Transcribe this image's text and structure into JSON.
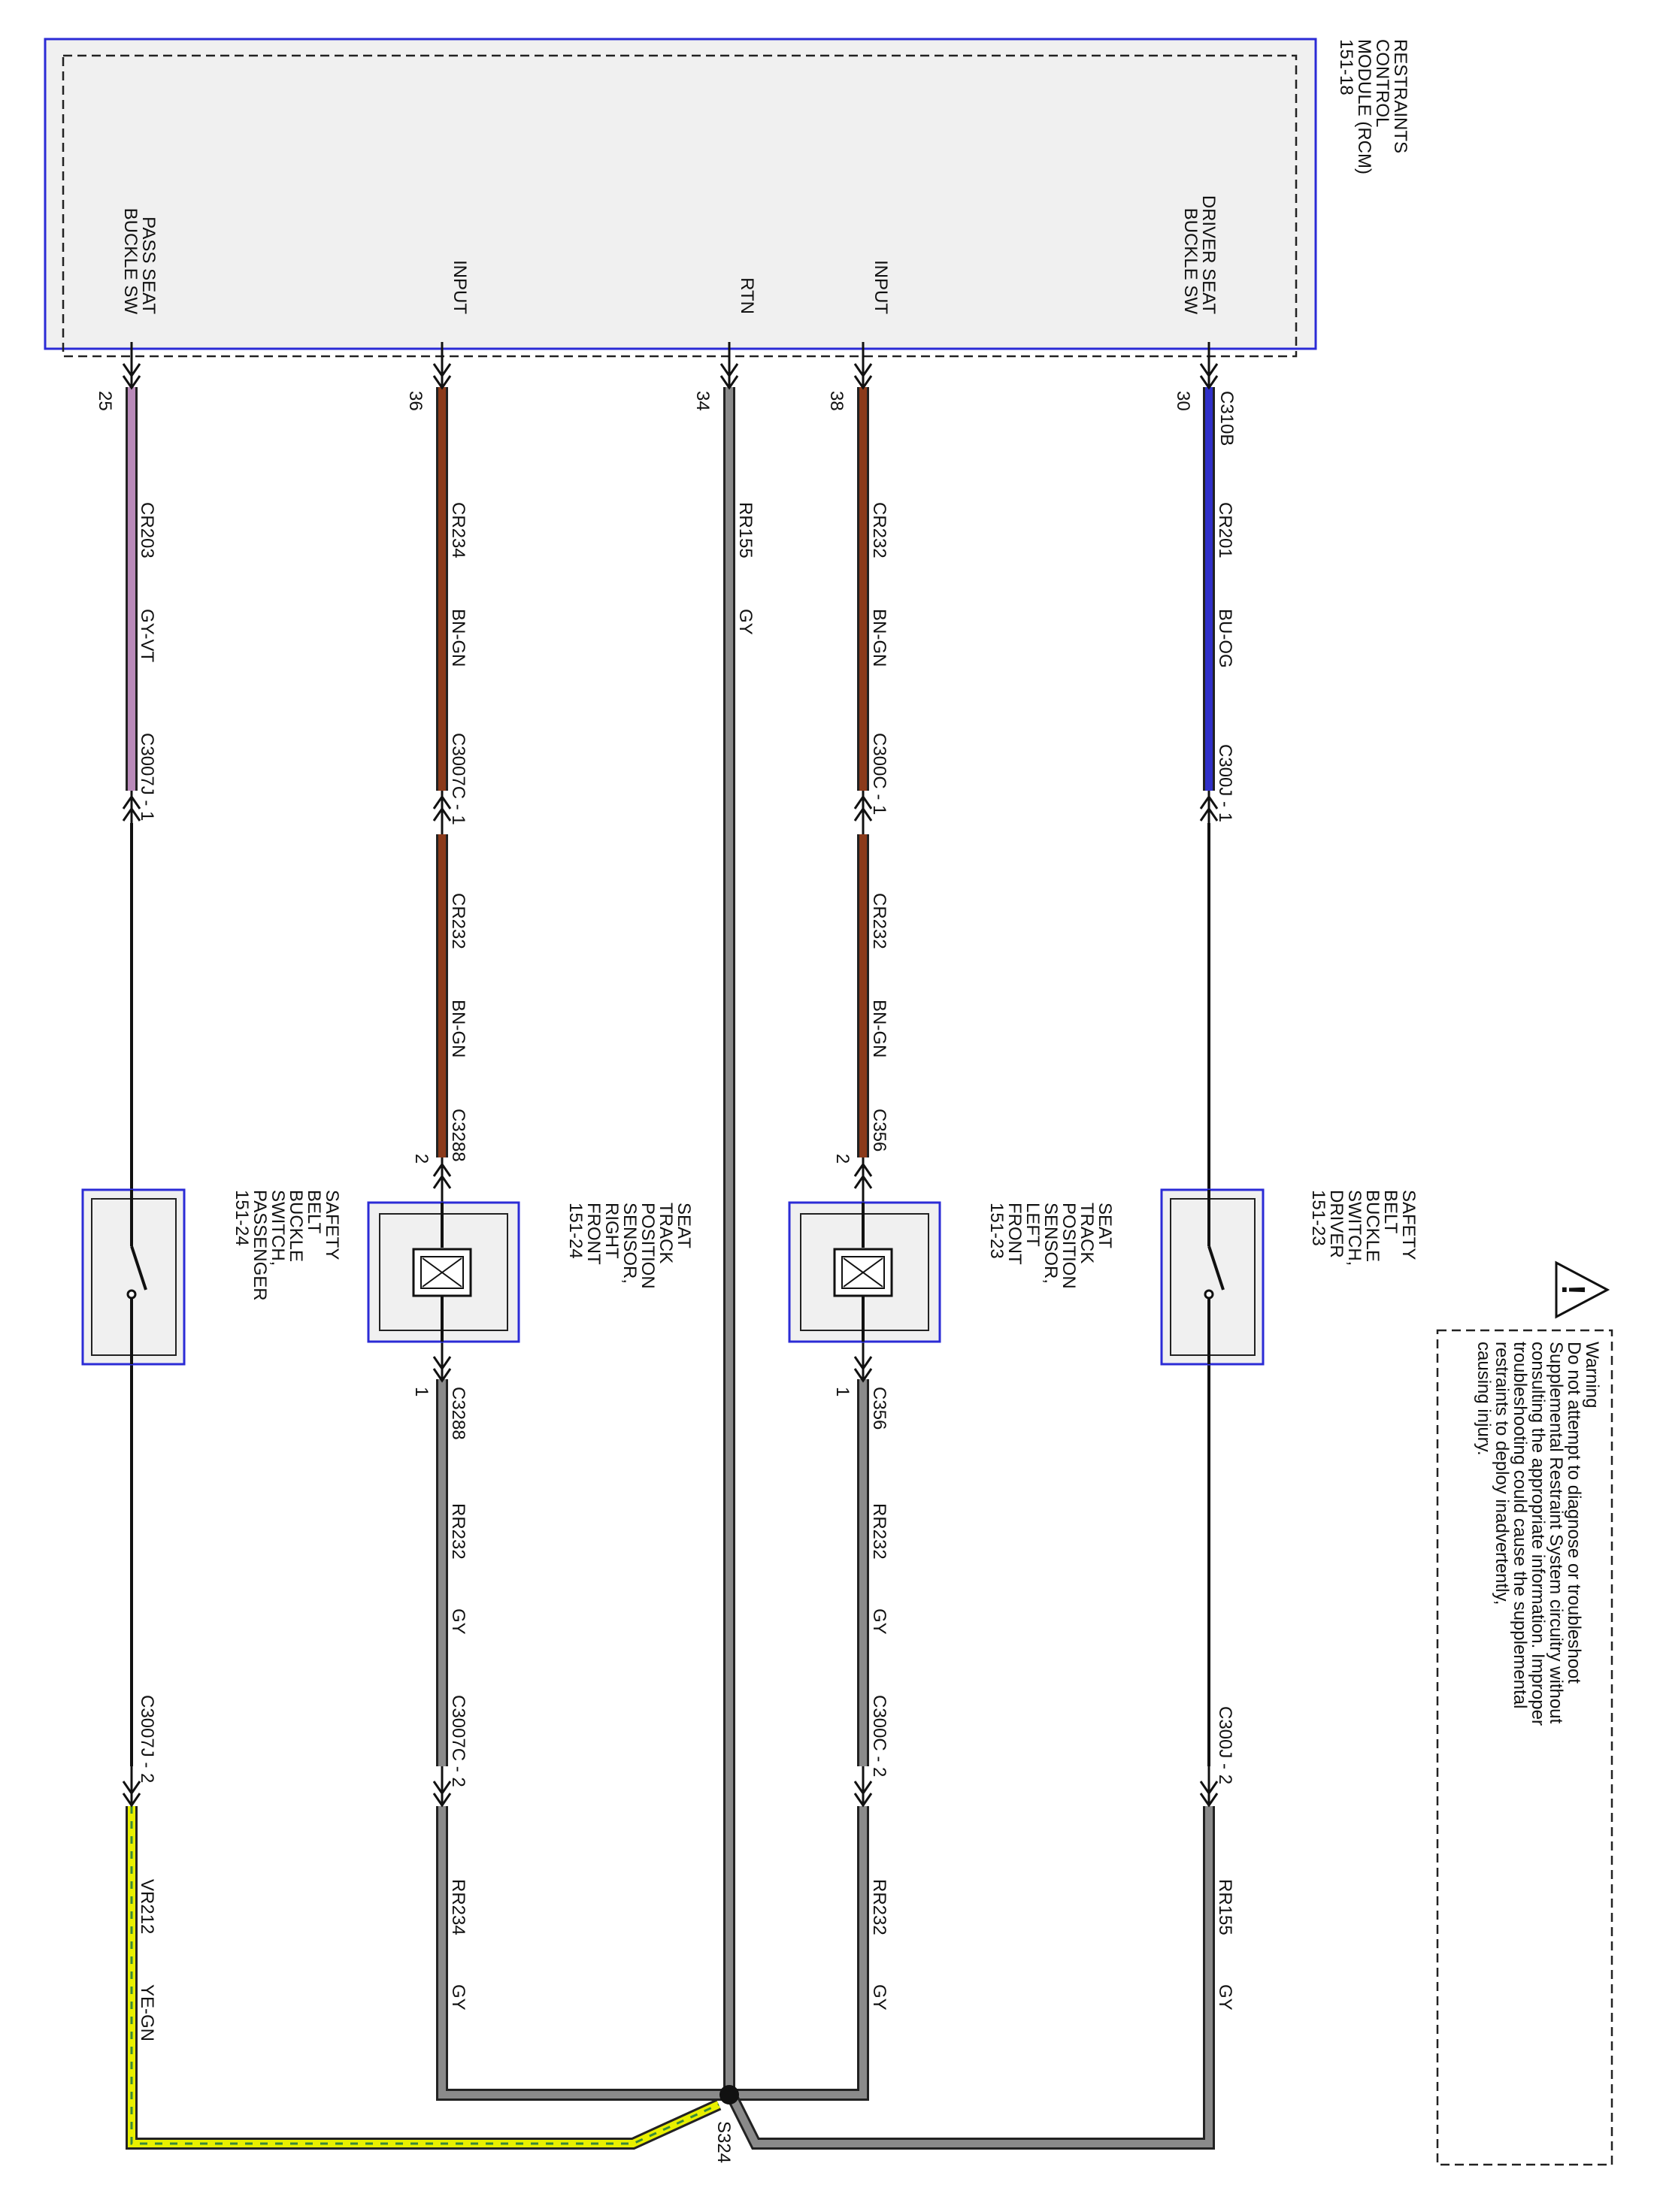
{
  "module": {
    "name": [
      "RESTRAINTS",
      "CONTROL",
      "MODULE (RCM)",
      "151-18"
    ]
  },
  "pins": {
    "pass_seat": [
      "PASS SEAT",
      "BUCKLE SW"
    ],
    "input_right": "INPUT",
    "rtn": "RTN",
    "input_left": "INPUT",
    "driver_seat": [
      "DRIVER SEAT",
      "BUCKLE SW"
    ]
  },
  "pin_numbers": {
    "c25": "25",
    "c36": "36",
    "c34": "34",
    "c38": "38",
    "c30": "30"
  },
  "connector_module": "C310B",
  "circuits": {
    "passenger_top": {
      "circuit": "CR203",
      "color": "GY-VT"
    },
    "right_top": {
      "circuit": "CR234",
      "color": "BN-GN"
    },
    "rtn": {
      "circuit": "RR155",
      "color": "GY"
    },
    "left_top": {
      "circuit": "CR232",
      "color": "BN-GN"
    },
    "driver_top": {
      "circuit": "CR201",
      "color": "BU-OG"
    },
    "right_mid": {
      "circuit": "CR232",
      "color": "BN-GN"
    },
    "left_mid": {
      "circuit": "CR232",
      "color": "BN-GN"
    },
    "right_bottom": {
      "circuit": "RR232",
      "color": "GY"
    },
    "left_bottom": {
      "circuit": "RR232",
      "color": "GY"
    },
    "passenger_bottom": {
      "circuit": "VR212",
      "color": "YE-GN"
    },
    "right_low": {
      "circuit": "RR234",
      "color": "GY"
    },
    "left_low": {
      "circuit": "RR232",
      "color": "GY"
    },
    "driver_low": {
      "circuit": "RR155",
      "color": "GY"
    }
  },
  "inline": {
    "c3007j_1": "C3007J - 1",
    "c3007c_1": "C3007C - 1",
    "c300c_1": "C300C - 1",
    "c300j_1": "C300J - 1",
    "c3007j_2": "C3007J - 2",
    "c3007c_2": "C3007C - 2",
    "c300c_2": "C300C - 2",
    "c300j_2": "C300J - 2"
  },
  "sensor_connectors": {
    "right_top": "C3288",
    "right_top_pin": "2",
    "right_bottom": "C3288",
    "right_bottom_pin": "1",
    "left_top": "C356",
    "left_top_pin": "2",
    "left_bottom": "C356",
    "left_bottom_pin": "1"
  },
  "components": {
    "passenger_switch": [
      "SAFETY",
      "BELT",
      "BUCKLE",
      "SWITCH,",
      "PASSENGER",
      "151-24"
    ],
    "right_sensor": [
      "SEAT",
      "TRACK",
      "POSITION",
      "SENSOR,",
      "RIGHT",
      "FRONT",
      "151-24"
    ],
    "left_sensor": [
      "SEAT",
      "TRACK",
      "POSITION",
      "SENSOR,",
      "LEFT",
      "FRONT",
      "151-23"
    ],
    "driver_switch": [
      "SAFETY",
      "BELT",
      "BUCKLE",
      "SWITCH,",
      "DRIVER",
      "151-23"
    ]
  },
  "splice": "S324",
  "warning": {
    "lines": [
      "Warning",
      "Do not attempt to diagnose or troubleshoot",
      "Supplemental Restraint System circuitry without",
      "consulting the appropriate information. Improper",
      "troubleshooting could cause the supplemental",
      "restraints to deploy inadvertently,",
      "causing injury."
    ]
  },
  "wire_colors": {
    "gray": "#8a8a8a",
    "brown": "#8b3a1a",
    "blue": "#3030c8",
    "violet": "#b98ab9",
    "yellow": "#e8f000",
    "green": "#3a8a3a",
    "box_border": "#2b2bd6"
  }
}
